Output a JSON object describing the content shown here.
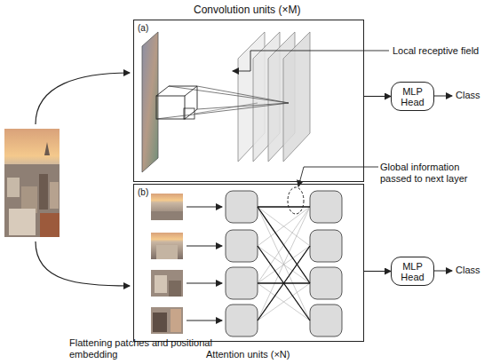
{
  "diagram": {
    "nodes": [
      {
        "text": [
          "(a)"
        ]
      },
      {
        "text": [
          "(b)"
        ]
      },
      {
        "text": [
          "MLP Head"
        ]
      },
      {
        "text": [
          "MLP Head"
        ]
      }
    ],
    "edges": [
      {
        "from": 0,
        "to": 2,
        "arrow": "to"
      },
      {
        "from": 1,
        "to": 3,
        "arrow": "to"
      }
    ],
    "labels": [
      "Convolution units (×M)",
      "Local receptive field",
      "Global information passed to next layer",
      "Class",
      "Class",
      "Flattening patches and positional embedding",
      "Attention units (×N)"
    ]
  }
}
